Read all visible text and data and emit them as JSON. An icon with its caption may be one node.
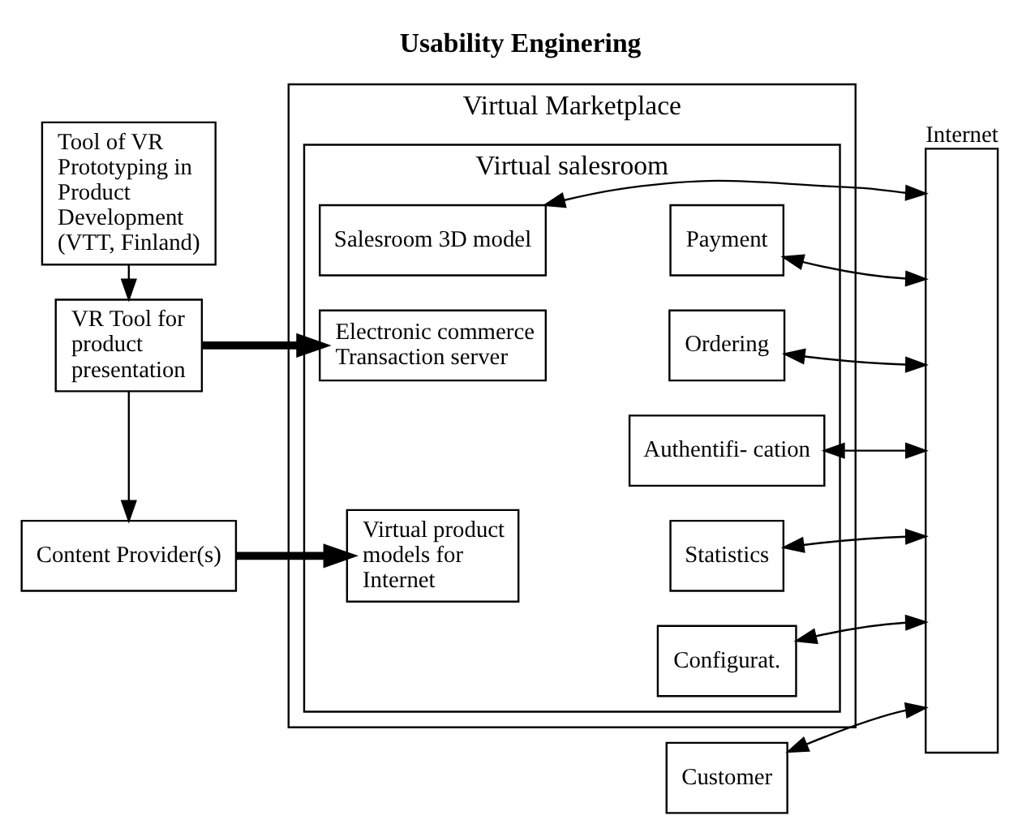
{
  "diagram": {
    "title": "Usability Enginering",
    "nodes": [
      {
        "text": [
          "Tool of VR Prototyping in Product Development (VTT, Finland)"
        ]
      },
      {
        "text": [
          "VR Tool for product presentation"
        ]
      },
      {
        "text": [
          "Content Provider(s)"
        ]
      },
      {
        "text": [
          "Virtual Marketplace"
        ]
      },
      {
        "text": [
          "Virtual salesroom"
        ],
        "in": 3
      },
      {
        "text": [
          "Salesroom 3D model"
        ],
        "in": 4
      },
      {
        "text": [
          "Payment"
        ],
        "in": 4
      },
      {
        "text": [
          "Electronic commerce Transaction server"
        ],
        "in": 4
      },
      {
        "text": [
          "Ordering"
        ],
        "in": 4
      },
      {
        "text": [
          "Authentifi- cation"
        ],
        "in": 4
      },
      {
        "text": [
          "Virtual product models for Internet"
        ],
        "in": 4
      },
      {
        "text": [
          "Statistics"
        ],
        "in": 4
      },
      {
        "text": [
          "Configurat."
        ],
        "in": 4
      },
      {
        "text": [
          "Internet"
        ]
      },
      {
        "text": [
          "Customer"
        ]
      }
    ],
    "edges": [
      {
        "from": 0,
        "to": 1,
        "arrow": "to"
      },
      {
        "from": 1,
        "to": 2,
        "arrow": "to"
      },
      {
        "from": 1,
        "to": 7,
        "arrow": "to",
        "style": "thick"
      },
      {
        "from": 2,
        "to": 10,
        "arrow": "to",
        "style": "thick"
      },
      {
        "from": 5,
        "to": 13,
        "arrow": "both"
      },
      {
        "from": 6,
        "to": 13,
        "arrow": "both"
      },
      {
        "from": 8,
        "to": 13,
        "arrow": "both"
      },
      {
        "from": 9,
        "to": 13,
        "arrow": "both"
      },
      {
        "from": 11,
        "to": 13,
        "arrow": "both"
      },
      {
        "from": 12,
        "to": 13,
        "arrow": "both"
      },
      {
        "from": 14,
        "to": 13,
        "arrow": "both"
      }
    ]
  }
}
